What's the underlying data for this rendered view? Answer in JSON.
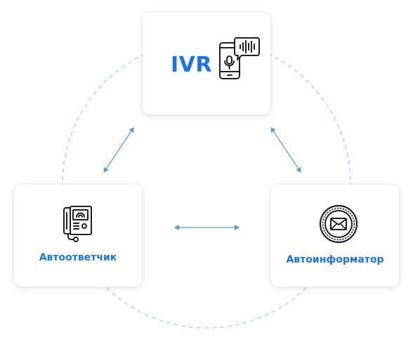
{
  "nodes": {
    "ivr": {
      "label": "IVR",
      "icon": "phone-voice-icon"
    },
    "answering_machine": {
      "label": "Автоответчик",
      "icon": "intercom-handset-icon"
    },
    "auto_informer": {
      "label": "Автоинформатор",
      "icon": "envelope-badge-icon"
    }
  },
  "colors": {
    "accent": "#1a73e8",
    "connector": "#5b9bd5",
    "dashed_circle": "#a9c9ec",
    "icon_stroke": "#1f1f1f"
  },
  "connections": [
    {
      "from": "ivr",
      "to": "answering_machine",
      "bidirectional": true
    },
    {
      "from": "ivr",
      "to": "auto_informer",
      "bidirectional": true
    },
    {
      "from": "answering_machine",
      "to": "auto_informer",
      "bidirectional": true
    }
  ]
}
